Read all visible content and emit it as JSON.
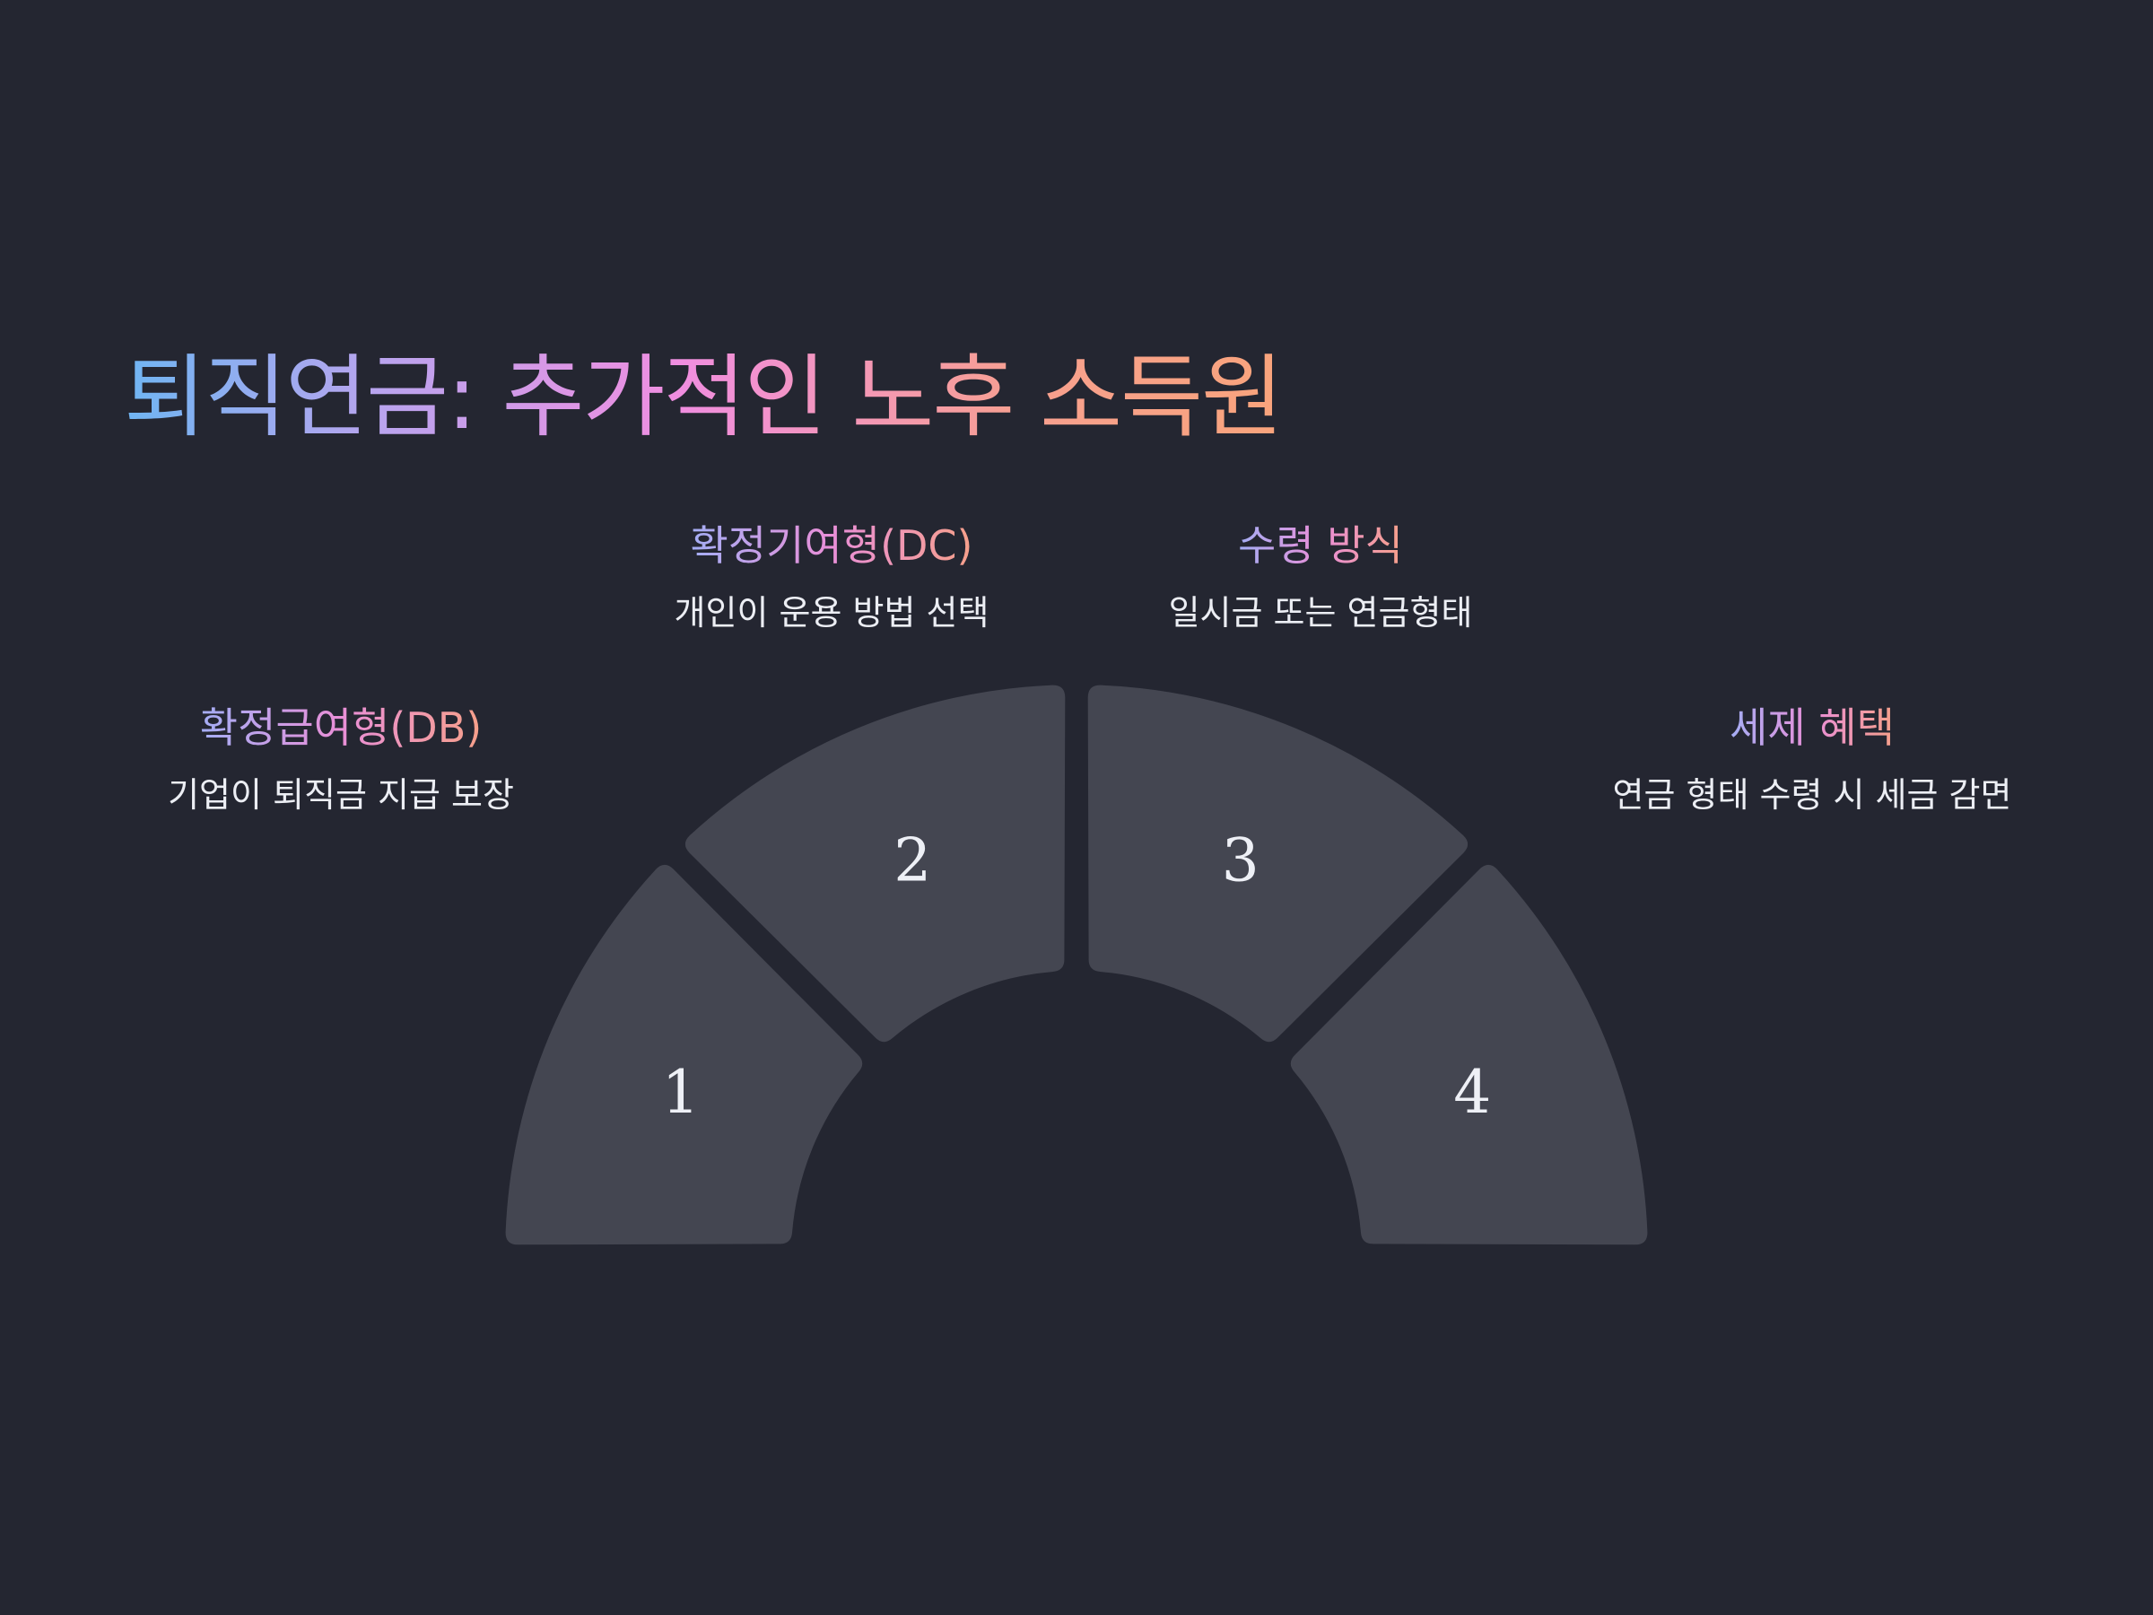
{
  "slide": {
    "title": "퇴직연금: 추가적인 노후 소득원"
  },
  "diagram": {
    "segments": [
      {
        "number": "1",
        "heading": "확정급여형(DB)",
        "description": "기업이 퇴직금 지급 보장"
      },
      {
        "number": "2",
        "heading": "확정기여형(DC)",
        "description": "개인이 운용 방법 선택"
      },
      {
        "number": "3",
        "heading": "수령 방식",
        "description": "일시금 또는 연금형태"
      },
      {
        "number": "4",
        "heading": "세제 혜택",
        "description": "연금 형태 수령 시 세금 감면"
      }
    ]
  },
  "colors": {
    "background": "#242631",
    "segment_fill": "#444651",
    "number_text": "#eef0f6",
    "description_text": "#eceef4"
  }
}
